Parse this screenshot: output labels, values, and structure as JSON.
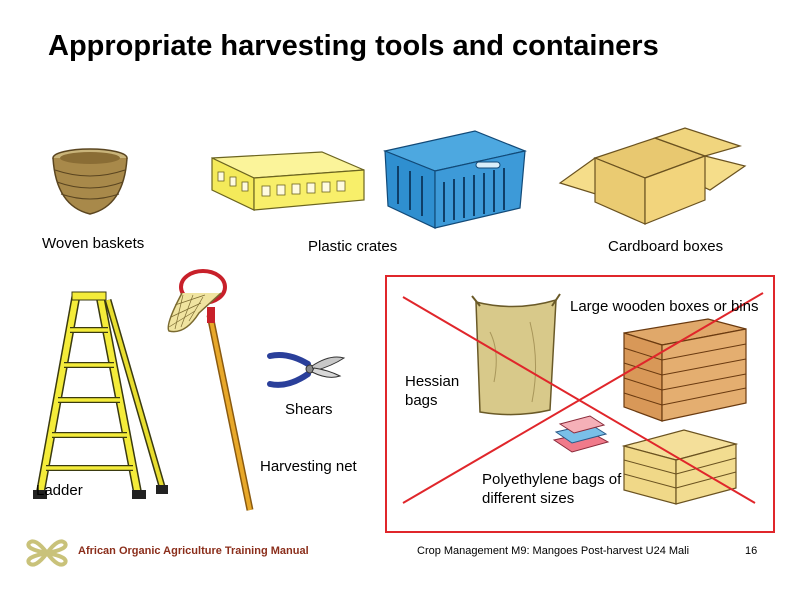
{
  "slide": {
    "title": "Appropriate harvesting tools and containers",
    "labels": {
      "woven_baskets": "Woven baskets",
      "plastic_crates": "Plastic crates",
      "cardboard_boxes": "Cardboard boxes",
      "ladder": "Ladder",
      "harvesting_net": "Harvesting net",
      "shears": "Shears",
      "hessian_bags": "Hessian bags",
      "large_wooden_boxes": "Large wooden boxes or bins",
      "polyethylene_bags": "Polyethylene bags of different sizes"
    },
    "footer": {
      "manual": "African Organic Agriculture Training Manual",
      "module": "Crop Management M9: Mangoes Post-harvest U24 Mali",
      "page": "16"
    },
    "colors": {
      "cross": "#e0262b",
      "footer_text": "#8b2e1b",
      "logo": "#c9c27a"
    }
  }
}
